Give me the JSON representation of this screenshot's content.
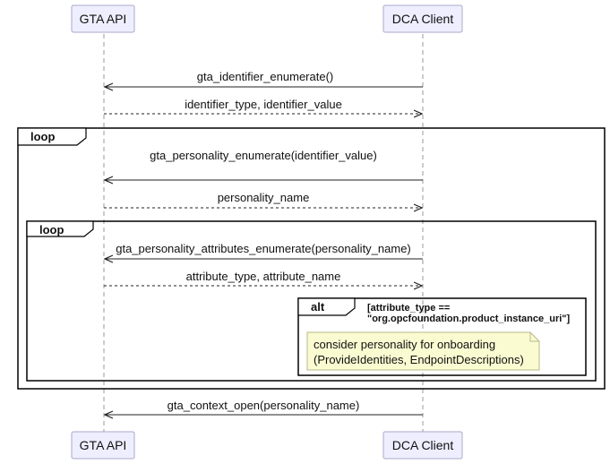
{
  "participants": {
    "gta_api": "GTA API",
    "dca_client": "DCA Client"
  },
  "messages": {
    "m1": "gta_identifier_enumerate()",
    "m2": "identifier_type, identifier_value",
    "m3": "gta_personality_enumerate(identifier_value)",
    "m4": "personality_name",
    "m5": "gta_personality_attributes_enumerate(personality_name)",
    "m6": "attribute_type, attribute_name",
    "m7": "gta_context_open(personality_name)"
  },
  "frames": {
    "outer_loop": "loop",
    "inner_loop": "loop",
    "alt": "alt",
    "alt_condition_line1": "[attribute_type ==",
    "alt_condition_line2": "\"org.opcfoundation.product_instance_uri\"]"
  },
  "note": {
    "line1": "consider personality for onboarding",
    "line2": "(ProvideIdentities, EndpointDescriptions)"
  },
  "colors": {
    "participant_fill": "#eeeeff",
    "participant_border": "#a9a9c8",
    "note_fill": "#fbfbd2",
    "note_border": "#b8b88a"
  }
}
